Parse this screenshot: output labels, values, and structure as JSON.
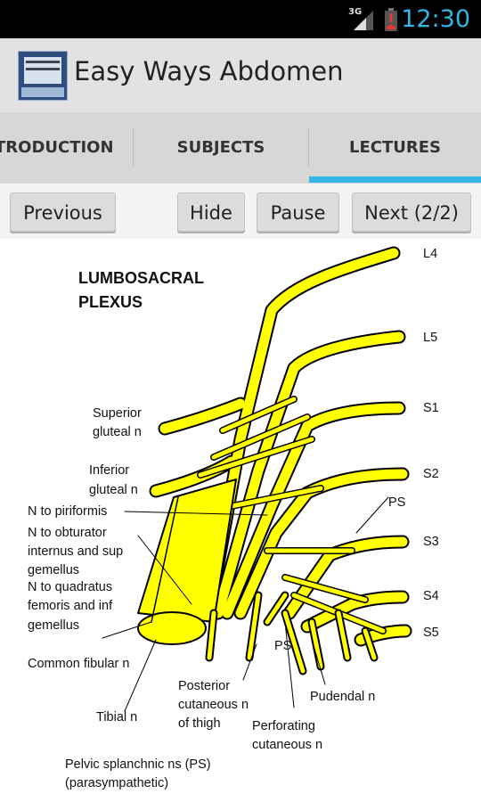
{
  "status_bar": {
    "network": "3G",
    "time": "12:30"
  },
  "action_bar": {
    "title": "Easy Ways Abdomen",
    "icon": "app-icon"
  },
  "tabs": [
    {
      "label": "TRODUCTION"
    },
    {
      "label": "SUBJECTS"
    },
    {
      "label": "LECTURES",
      "selected": true
    }
  ],
  "toolbar": {
    "previous": "Previous",
    "hide": "Hide",
    "pause": "Pause",
    "next": "Next (2/2)"
  },
  "colors": {
    "accent": "#33b5e5",
    "nerve": "#ffff00"
  },
  "diagram": {
    "title_line1": "LUMBOSACRAL",
    "title_line2": "PLEXUS",
    "roots": [
      "L4",
      "L5",
      "S1",
      "S2",
      "S3",
      "S4",
      "S5"
    ],
    "labels": {
      "superior_gluteal_1": "Superior",
      "superior_gluteal_2": "gluteal n",
      "inferior_gluteal_1": "Inferior",
      "inferior_gluteal_2": "gluteal n",
      "piriformis": "N to piriformis",
      "obturator_1": "N to obturator",
      "obturator_2": "internus and sup",
      "obturator_3": "gemellus",
      "quadratus_1": "N to quadratus",
      "quadratus_2": "femoris and inf",
      "quadratus_3": "gemellus",
      "common_fibular": "Common fibular n",
      "tibial": "Tibial n",
      "posterior_cutaneous_1": "Posterior",
      "posterior_cutaneous_2": "cutaneous n",
      "posterior_cutaneous_3": "of thigh",
      "perforating_1": "Perforating",
      "perforating_2": "cutaneous n",
      "pudendal": "Pudendal n",
      "ps_upper": "PS",
      "ps_lower": "PS",
      "pelvic_1": "Pelvic splanchnic ns (PS)",
      "pelvic_2": "(parasympathetic)"
    }
  }
}
